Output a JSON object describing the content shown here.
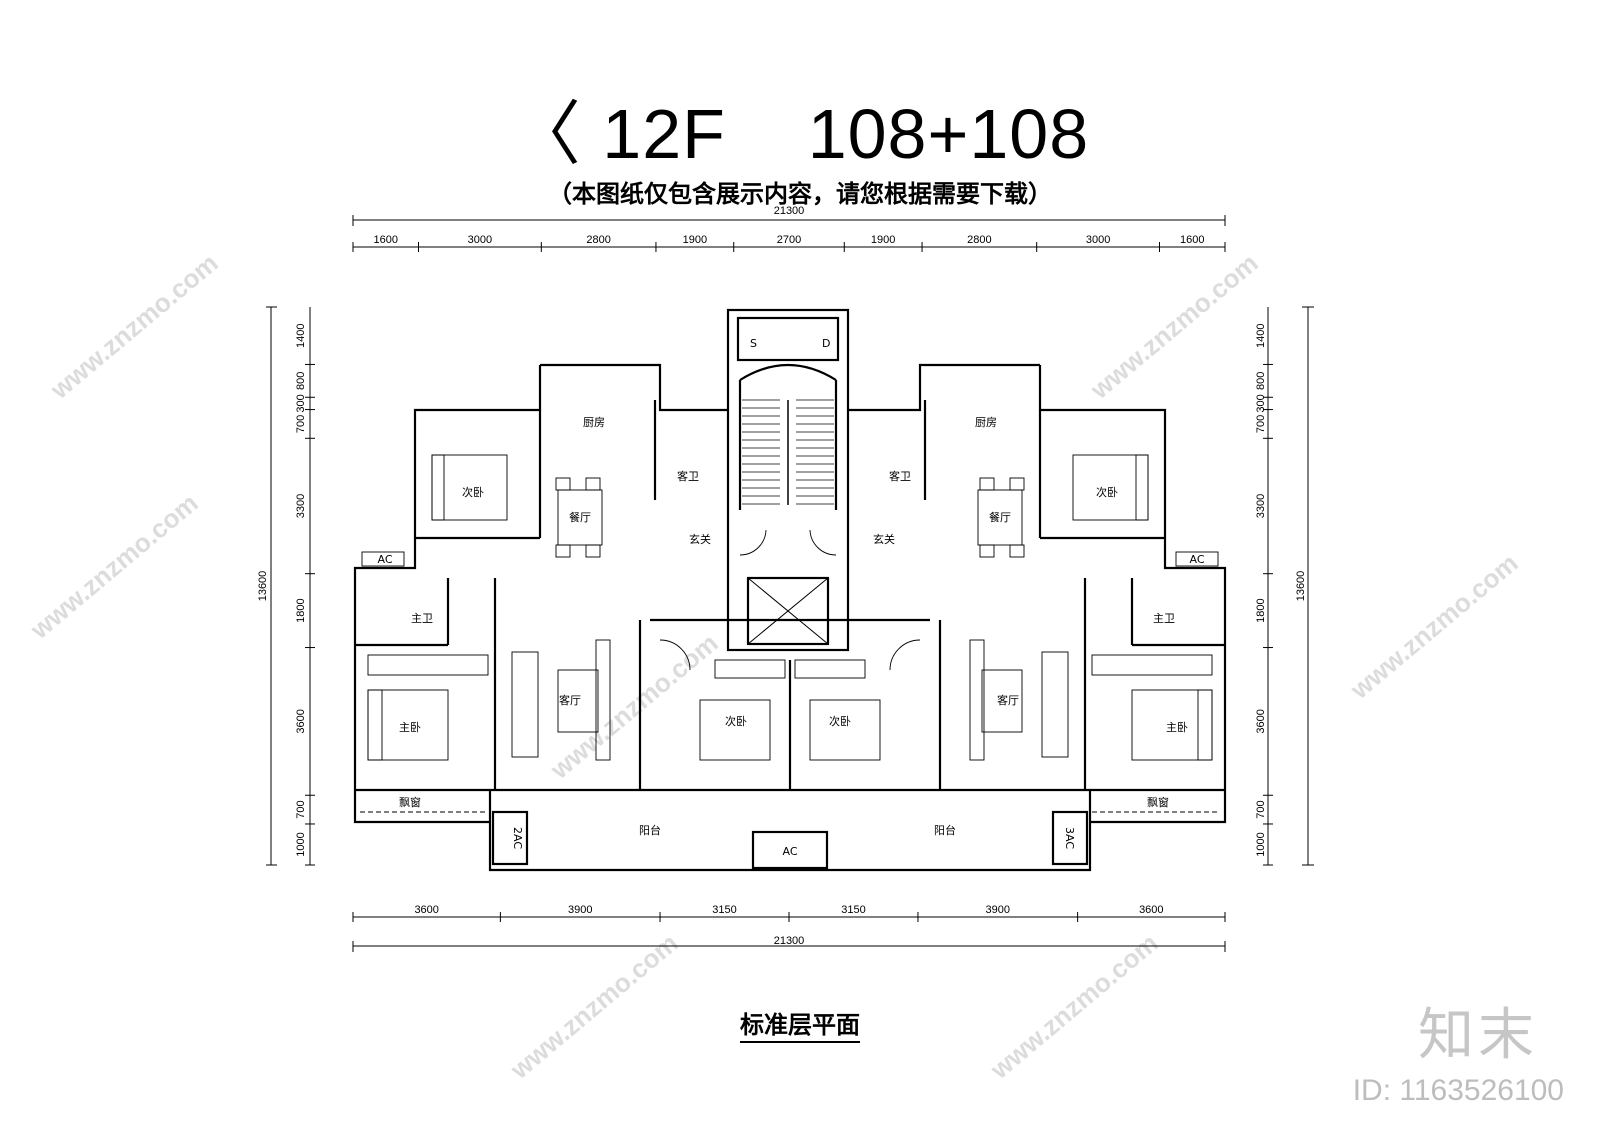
{
  "title": "〈 12F    108+108",
  "subtitle": "（本图纸仅包含展示内容，请您根据需要下载）",
  "caption": "标准层平面",
  "logo": "知末",
  "image_id": "ID: 1163526100",
  "watermark": "www.znzmo.com",
  "dimensions": {
    "top_total": "21300",
    "top_segments": [
      "1600",
      "3000",
      "2800",
      "1900",
      "2700",
      "1900",
      "2800",
      "3000",
      "1600"
    ],
    "bottom_total": "21300",
    "bottom_segments": [
      "3600",
      "3900",
      "3150",
      "3150",
      "3900",
      "3600"
    ],
    "left_total": "13600",
    "left_segments": [
      "1400",
      "800",
      "300",
      "700",
      "3300",
      "1800",
      "3600",
      "700",
      "1000"
    ],
    "right_total": "13600",
    "right_segments": [
      "1400",
      "800",
      "300",
      "700",
      "3300",
      "1800",
      "3600",
      "700",
      "1000"
    ]
  },
  "rooms": {
    "kitchen": "厨房",
    "guest_bath": "客卫",
    "second_bedroom": "次卧",
    "dining": "餐厅",
    "foyer": "玄关",
    "master_bath": "主卫",
    "living": "客厅",
    "master_bedroom": "主卧",
    "bay_window": "飘窗",
    "balcony": "阳台",
    "ac": "AC",
    "ac_left": "2AC",
    "ac_right": "3AC",
    "stair_s": "S",
    "stair_d": "D"
  },
  "colors": {
    "line": "#000000",
    "watermark": "#dcdcdc",
    "logo": "#c6c6c6"
  }
}
